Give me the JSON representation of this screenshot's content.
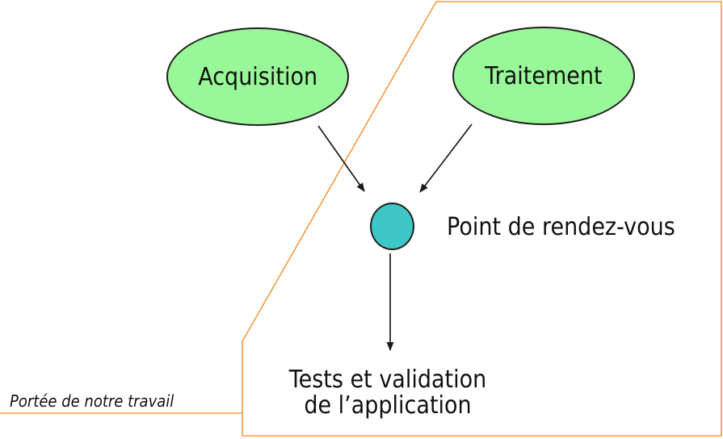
{
  "diagram": {
    "nodes": {
      "acquisition": {
        "label": "Acquisition"
      },
      "traitement": {
        "label": "Traitement"
      },
      "rendezvous": {
        "label": "Point de rendez-vous"
      },
      "tests": {
        "label_line1": "Tests et validation",
        "label_line2": "de l’application"
      }
    },
    "scope": {
      "label": "Portée de notre travail"
    },
    "colors": {
      "node-fill": "#98F898",
      "node-stroke": "#1f1f1f",
      "sync-fill": "#3EC7C7",
      "boundary-stroke": "#F59B40",
      "arrow-stroke": "#1a1a1a",
      "text-color": "#111111",
      "background": "#FFFFFF"
    }
  }
}
